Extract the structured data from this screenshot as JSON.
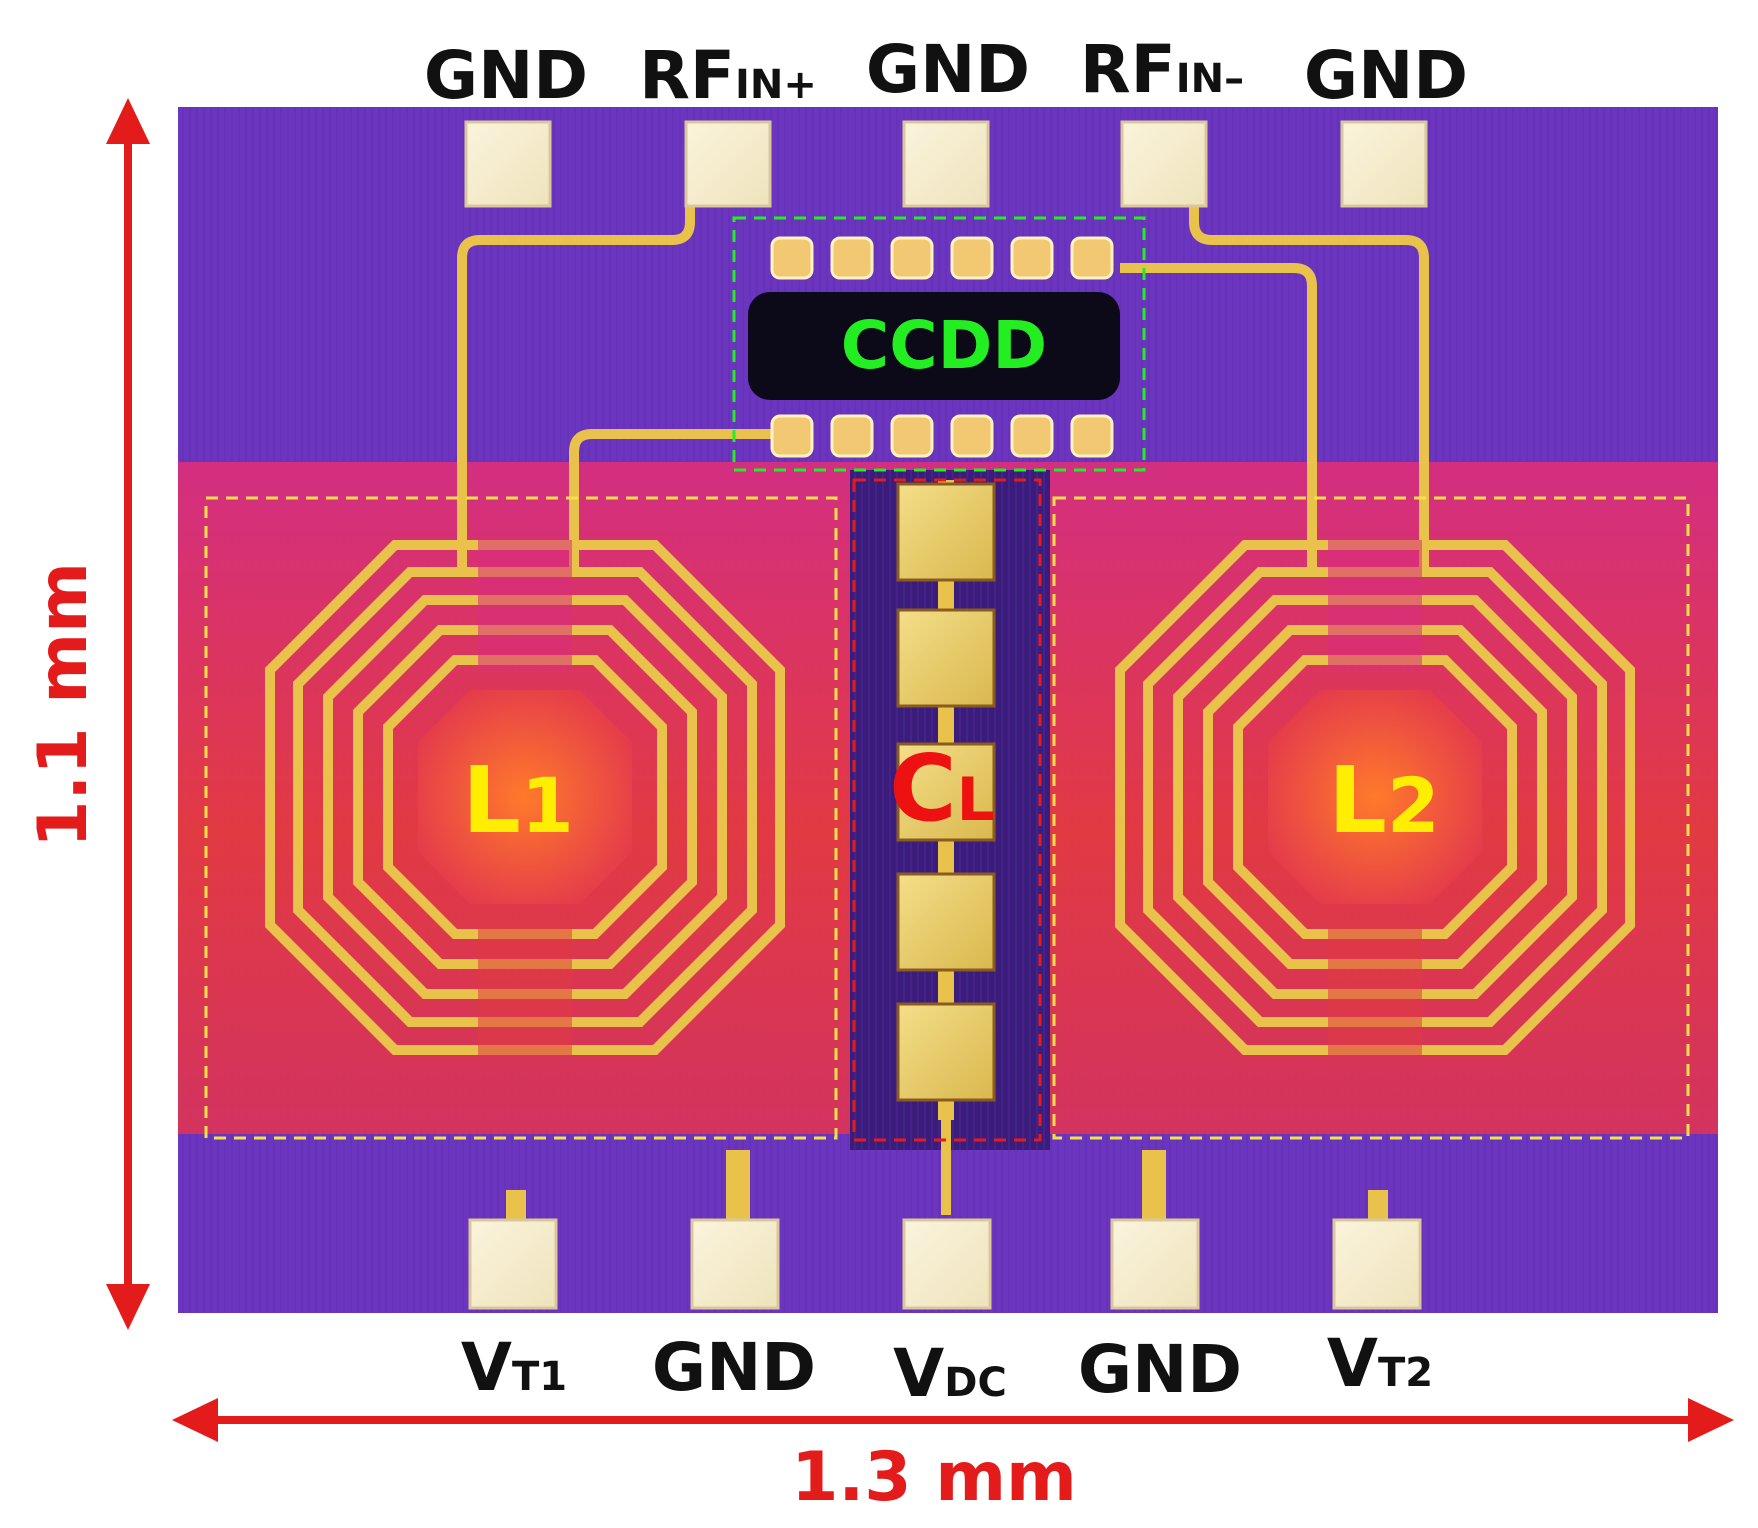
{
  "top_pins": [
    {
      "main": "GND",
      "sub": ""
    },
    {
      "main": "RF",
      "sub": "IN+"
    },
    {
      "main": "GND",
      "sub": ""
    },
    {
      "main": "RF",
      "sub": "IN–"
    },
    {
      "main": "GND",
      "sub": ""
    }
  ],
  "bottom_pins": [
    {
      "main": "V",
      "sub": "T1"
    },
    {
      "main": "GND",
      "sub": ""
    },
    {
      "main": "V",
      "sub": "DC"
    },
    {
      "main": "GND",
      "sub": ""
    },
    {
      "main": "V",
      "sub": "T2"
    }
  ],
  "blocks": {
    "ccdd": "CCDD",
    "cl": {
      "main": "C",
      "sub": "L"
    },
    "l1": {
      "main": "L",
      "sub": "1"
    },
    "l2": {
      "main": "L",
      "sub": "2"
    }
  },
  "dimensions": {
    "height": "1.1 mm",
    "width": "1.3 mm"
  },
  "colors": {
    "arrow": "#e41b1b",
    "ccdd_label": "#22ee22",
    "cl_label": "#ee1111",
    "inductor_label": "#ffee00",
    "trace": "#e8c24a"
  }
}
